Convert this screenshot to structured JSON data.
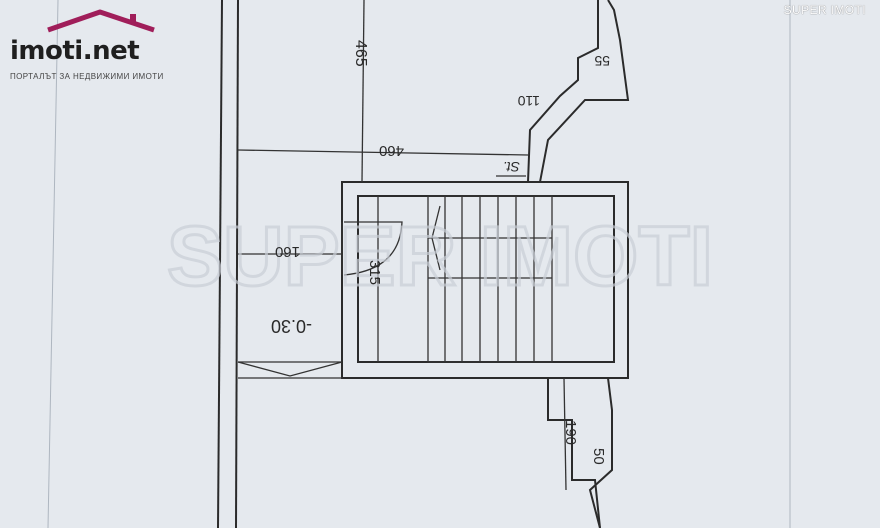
{
  "logo": {
    "text": "imoti.net",
    "tagline": "ПОРТАЛЪТ ЗА НЕДВИЖИМИ ИМОТИ",
    "roof_color": "#a01e5a"
  },
  "brand_label": "SUPER IMOTI",
  "watermark": "SUPER IMOTI",
  "plan": {
    "dimensions": {
      "d465": "465",
      "d55": "55",
      "d110": "110",
      "d460": "460",
      "st": "St.",
      "d160": "160",
      "d315": "315",
      "level": "-0.30",
      "d190": "190",
      "d50": "50"
    }
  }
}
